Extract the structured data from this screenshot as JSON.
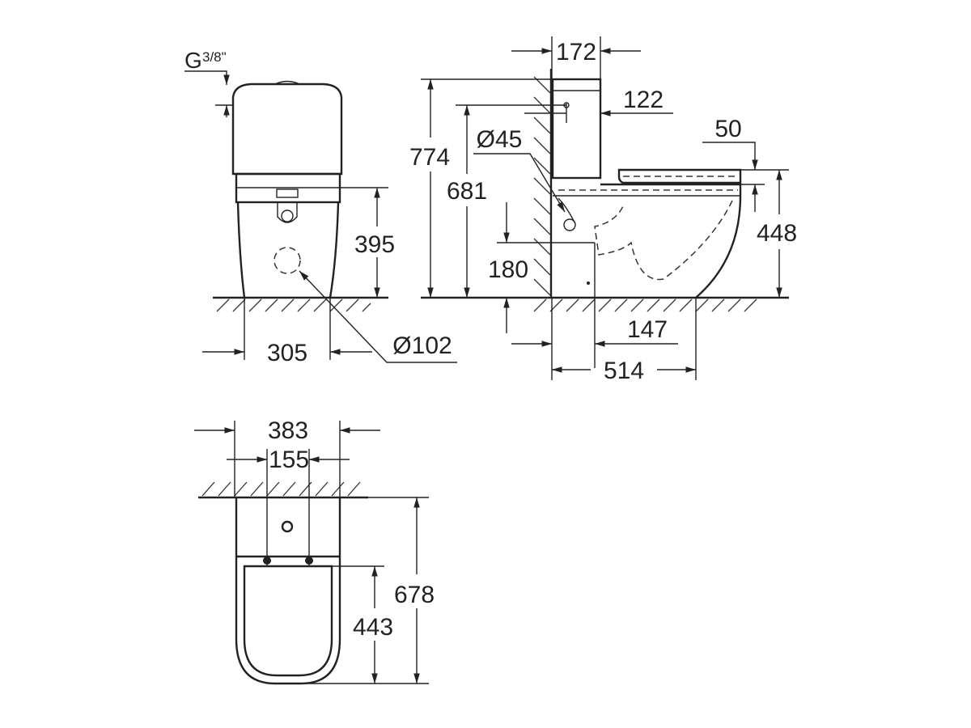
{
  "front_view": {
    "thread_label_g": "G",
    "thread_label_fraction": "3/8\"",
    "height_inlet": "395",
    "width_base": "305",
    "outlet_diameter": "Ø102"
  },
  "side_view": {
    "total_height": "774",
    "inlet_height": "681",
    "inlet_diameter": "Ø45",
    "drain_height": "180",
    "tank_depth": "172",
    "inlet_from_wall": "122",
    "seat_thickness": "50",
    "seat_height": "448",
    "drain_from_wall": "147",
    "total_depth": "514"
  },
  "top_view": {
    "total_width": "383",
    "fixing_spacing": "155",
    "total_length": "678",
    "fixing_to_front": "443"
  }
}
